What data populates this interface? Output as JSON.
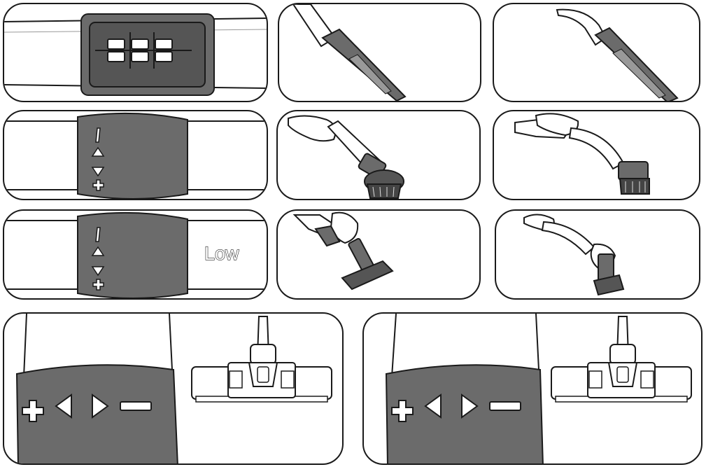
{
  "colors": {
    "stroke": "#1a1a1a",
    "part_fill": "#6b6b6b",
    "dark_fill": "#555555",
    "background": "#ffffff"
  },
  "icons": [
    "speed-slider",
    "power-switch-symbols",
    "crevice-tool",
    "dusting-brush",
    "upholstery-nozzle",
    "floor-nozzle"
  ],
  "labels": {
    "low_text": "Low"
  },
  "panels": [
    {
      "id": "p1",
      "content": "suction-slider-on-handle"
    },
    {
      "id": "p2",
      "content": "crevice-tool-attached"
    },
    {
      "id": "p3",
      "content": "crevice-tool-angled"
    },
    {
      "id": "p4",
      "content": "handle-control-symbols"
    },
    {
      "id": "p5",
      "content": "hand-attaching-dusting-brush"
    },
    {
      "id": "p6",
      "content": "hand-using-dusting-brush"
    },
    {
      "id": "p7",
      "content": "handle-control-symbols-low"
    },
    {
      "id": "p8",
      "content": "hand-attaching-upholstery-nozzle"
    },
    {
      "id": "p9",
      "content": "hand-using-upholstery-nozzle"
    },
    {
      "id": "p10",
      "content": "floor-nozzle-switch-plus"
    },
    {
      "id": "p11",
      "content": "floor-nozzle-switch-minus"
    }
  ]
}
